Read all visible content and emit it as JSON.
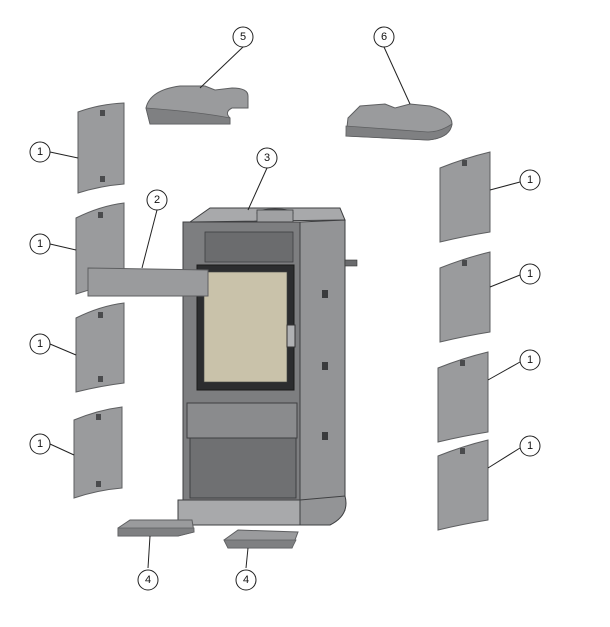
{
  "callouts": {
    "c1_left_a": "1",
    "c1_left_b": "1",
    "c1_left_c": "1",
    "c1_left_d": "1",
    "c1_right_a": "1",
    "c1_right_b": "1",
    "c1_right_c": "1",
    "c1_right_d": "1",
    "c2": "2",
    "c3": "3",
    "c4_left": "4",
    "c4_right": "4",
    "c5": "5",
    "c6": "6"
  },
  "colors": {
    "tile": "#9a9b9d",
    "stove_body": "#7d7e80",
    "glass": "#c9c2aa",
    "outline": "#3e3f41"
  }
}
